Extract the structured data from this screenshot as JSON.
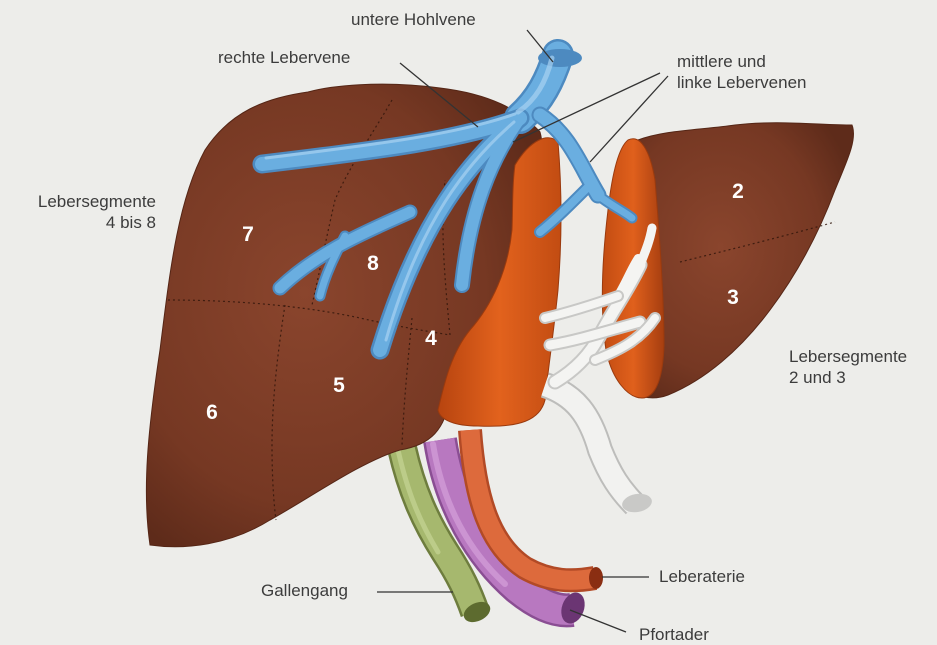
{
  "labels": {
    "vena_cava": "untere Hohlvene",
    "right_hepatic_vein": "rechte Lebervene",
    "middle_left_veins_line1": "mittlere und",
    "middle_left_veins_line2": "linke Lebervenen",
    "segments_4_8_line1": "Lebersegmente",
    "segments_4_8_line2": "4 bis 8",
    "segments_2_3_line1": "Lebersegmente",
    "segments_2_3_line2": "2 und 3",
    "bile_duct": "Gallengang",
    "hepatic_artery": "Leberaterie",
    "portal_vein": "Pfortader"
  },
  "segments": {
    "s2": "2",
    "s3": "3",
    "s4": "4",
    "s5": "5",
    "s6": "6",
    "s7": "7",
    "s8": "8"
  },
  "colors": {
    "background": "#ededea",
    "liver": "#7b3a26",
    "liver_cut": "#d85a18",
    "hepatic_veins": "#6aaee0",
    "bile_duct": "#a6b86e",
    "portal_vein": "#b878c0",
    "hepatic_artery": "#dd6a3c",
    "bile_ducts_internal": "#f2f2f0",
    "label_text": "#3c3c3c",
    "segment_number": "#ffffff"
  }
}
